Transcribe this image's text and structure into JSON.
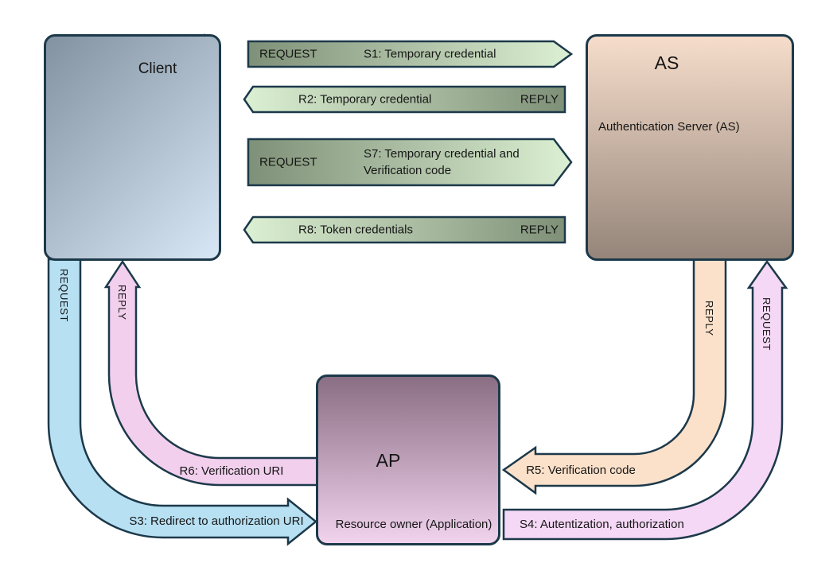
{
  "nodes": {
    "client": {
      "icon_label": "Client"
    },
    "auth_server": {
      "icon_label": "AS",
      "caption": "Authentication Server (AS)"
    },
    "resource_owner": {
      "icon_label": "AP",
      "caption": "Resource owner (Application)"
    }
  },
  "message_arrows": [
    {
      "tag": "REQUEST",
      "label": "S1: Temporary credential",
      "direction": "right"
    },
    {
      "tag": "REPLY",
      "label": "R2: Temporary credential",
      "direction": "left"
    },
    {
      "tag": "REQUEST",
      "label": "S7: Temporary credential and\nVerification code",
      "direction": "right"
    },
    {
      "tag": "REPLY",
      "label": "R8: Token credentials",
      "direction": "left"
    }
  ],
  "flow_arrows": [
    {
      "tag": "REQUEST",
      "label": "S3: Redirect to authorization URI",
      "from": "Client",
      "to": "AP",
      "color": "#b7e0f2"
    },
    {
      "tag": "REPLY",
      "label": "R6: Verification URI",
      "from": "AP",
      "to": "Client",
      "color": "#f1cfed"
    },
    {
      "tag": "REPLY",
      "label": "R5: Verification code",
      "from": "AS",
      "to": "AP",
      "color": "#fce1ca"
    },
    {
      "tag": "REQUEST",
      "label": "S4: Autentization, authorization",
      "from": "AP",
      "to": "AS",
      "color": "#f4d8f5"
    }
  ],
  "colors": {
    "outline": "#1c394a",
    "green_arrow_dark": "#7e9077",
    "green_arrow_light": "#dcf0d3",
    "client_box_gradient": [
      "#8292a0",
      "#d8e7f5"
    ],
    "as_box_gradient": [
      "#f6ddcb",
      "#95857a"
    ],
    "ap_box_gradient": [
      "#8a6e83",
      "#f1d3ee"
    ],
    "background": "#ffffff"
  }
}
